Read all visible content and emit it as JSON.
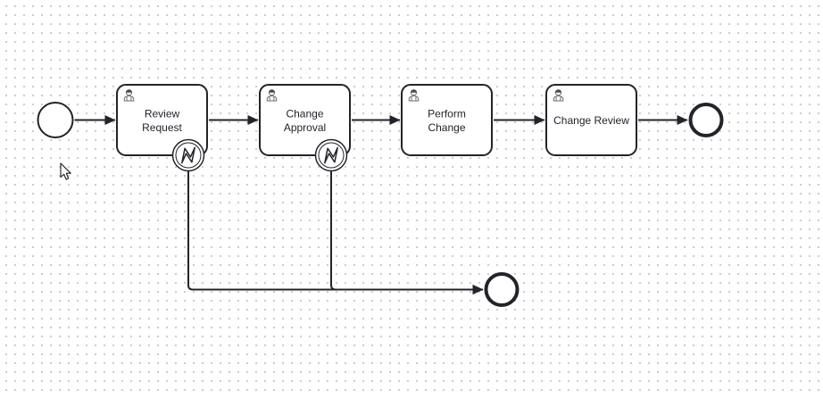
{
  "colors": {
    "stroke": "#22242a",
    "shape_fill": "#ffffff",
    "grid_dot": "#c9c9c9",
    "background": "#ffffff"
  },
  "diagram": {
    "start_event": {
      "kind": "start-event"
    },
    "tasks": [
      {
        "label": "Review Request",
        "line1": "Review",
        "line2": "Request",
        "icon": "user-task-icon",
        "boundary_event": "error-boundary-event"
      },
      {
        "label": "Change Approval",
        "line1": "Change",
        "line2": "Approval",
        "icon": "user-task-icon",
        "boundary_event": "error-boundary-event"
      },
      {
        "label": "Perform Change",
        "line1": "Perform",
        "line2": "Change",
        "icon": "user-task-icon"
      },
      {
        "label": "Change Review",
        "line1": "Change Review",
        "icon": "user-task-icon"
      }
    ],
    "end_events": [
      {
        "kind": "end-event-main"
      },
      {
        "kind": "end-event-exception"
      }
    ],
    "cursor": {
      "icon": "mouse-pointer"
    }
  }
}
